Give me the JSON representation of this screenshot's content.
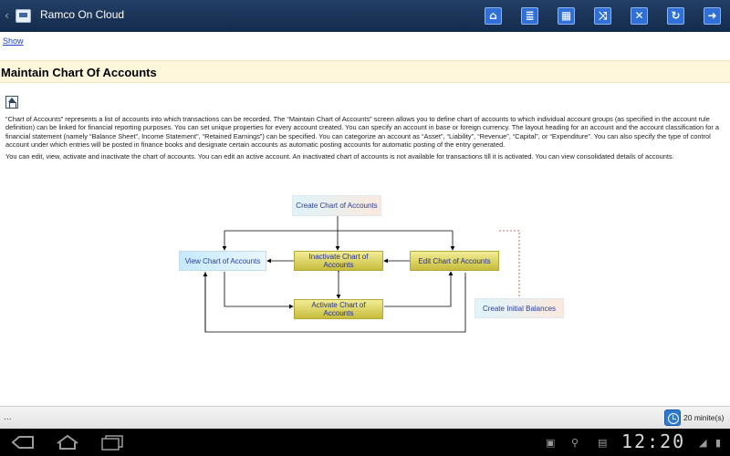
{
  "titlebar": {
    "title": "Ramco On Cloud",
    "buttons": [
      {
        "name": "home-icon",
        "glyph": "⌂"
      },
      {
        "name": "list-add-icon",
        "glyph": "≣"
      },
      {
        "name": "keypad-icon",
        "glyph": "▦"
      },
      {
        "name": "shuffle-icon",
        "glyph": "⤨"
      },
      {
        "name": "close-icon",
        "glyph": "✕"
      },
      {
        "name": "refresh-icon",
        "glyph": "↻"
      },
      {
        "name": "logout-icon",
        "glyph": "➜"
      }
    ]
  },
  "show_link": "Show",
  "page_title": "Maintain Chart Of Accounts",
  "paragraphs": {
    "p1": "“Chart of Accounts” represents a list of accounts into which transactions can be recorded. The “Maintain Chart of Accounts” screen allows you to define chart of accounts to which individual account groups (as specified in the account rule definition) can be linked for financial reporting purposes.  You can set unique properties for every account created. You can specify an account in base or foreign currency. The layout heading for an account and the account classification for a financial statement (namely “Balance Sheet”, Income Statement”, “Retained Earnings”) can be specified. You can categorize an account as “Asset”, “Liability”, “Revenue”, “Capital”, or “Expenditure”. You can also specify the type of control account under which entries will be posted in finance books and designate certain accounts as automatic posting accounts for automatic posting of the entry generated.",
    "p2": "You can edit, view, activate and inactivate the chart of accounts. You can edit an active account. An inactivated chart of accounts is not available for transactions till it is activated.  You can view consolidated details of accounts."
  },
  "diagram": {
    "create": "Create Chart of Accounts",
    "view": "View Chart of Accounts",
    "inactivate": "Inactivate Chart of Accounts",
    "edit": "Edit Chart of Accounts",
    "activate": "Activate Chart of Accounts",
    "initial_balances": "Create Initial Balances"
  },
  "statusbar": {
    "left": "...",
    "session_time": "20 minite(s)"
  },
  "system": {
    "time": "12:20"
  }
}
